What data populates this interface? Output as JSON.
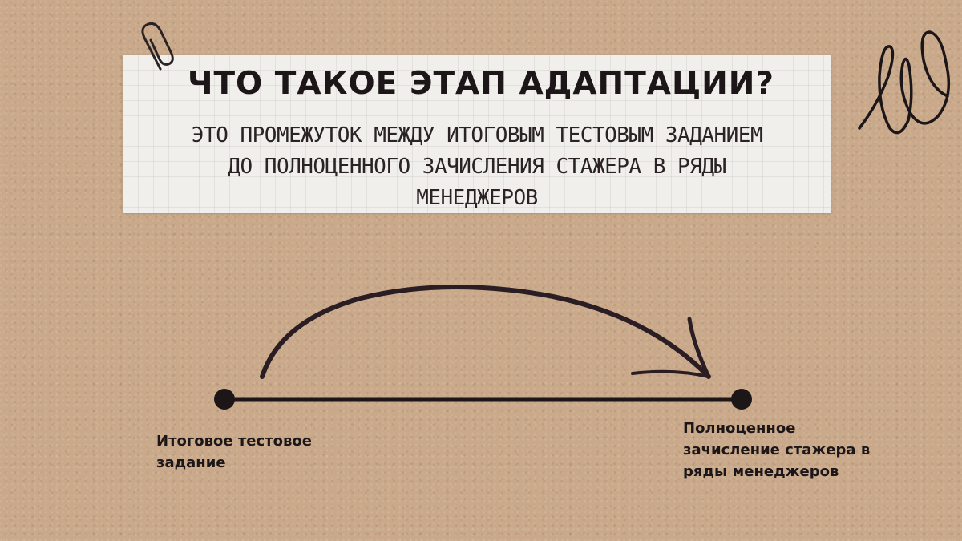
{
  "slide": {
    "title": "ЧТО ТАКОЕ ЭТАП АДАПТАЦИИ?",
    "subtitle_lines": [
      "ЭТО ПРОМЕЖУТОК МЕЖДУ ИТОГОВЫМ ТЕСТОВЫМ ЗАДАНИЕМ",
      "ДО ПОЛНОЦЕННОГО ЗАЧИСЛЕНИЯ СТАЖЕРА В РЯДЫ",
      "МЕНЕДЖЕРОВ"
    ]
  },
  "timeline": {
    "start_label_lines": [
      "Итоговое тестовое",
      "задание"
    ],
    "end_label_lines": [
      "Полноценное",
      "зачисление стажера в",
      "ряды менеджеров"
    ]
  },
  "icons": [
    "paperclip-icon",
    "scribble-icon",
    "arrow-icon"
  ],
  "colors": {
    "background": "#c9a98a",
    "card": "#f1efeb",
    "ink": "#1c1618"
  }
}
